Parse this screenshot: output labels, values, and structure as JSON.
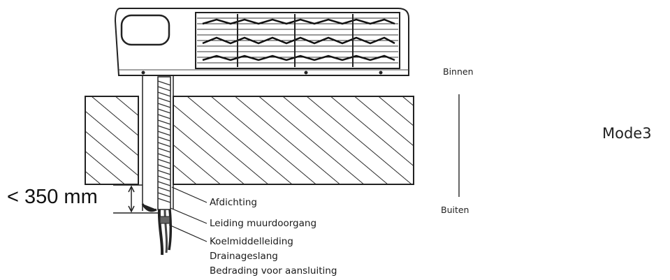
{
  "dimension": "< 350 mm",
  "side_labels": {
    "inside": "Binnen",
    "outside": "Buiten"
  },
  "mode": "Mode3",
  "callouts": [
    "Afdichting",
    "Leiding muurdoorgang",
    "Koelmiddelleiding",
    "Drainageslang",
    "Bedrading voor aansluiting"
  ]
}
